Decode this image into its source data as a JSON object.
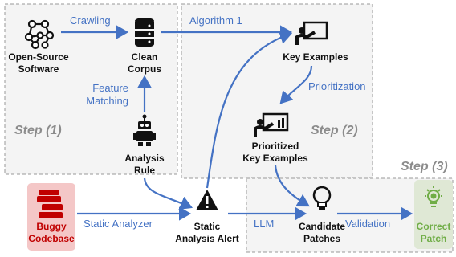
{
  "steps": {
    "step1": "Step (1)",
    "step2": "Step (2)",
    "step3": "Step (3)"
  },
  "nodes": {
    "open_source_1": "Open-Source",
    "open_source_2": "Software",
    "clean_1": "Clean",
    "clean_2": "Corpus",
    "key_examples": "Key Examples",
    "prioritized_1": "Prioritized",
    "prioritized_2": "Key Examples",
    "analysis_1": "Analysis",
    "analysis_2": "Rule",
    "buggy_1": "Buggy",
    "buggy_2": "Codebase",
    "alert_1": "Static",
    "alert_2": "Analysis Alert",
    "candidate_1": "Candidate",
    "candidate_2": "Patches",
    "correct_1": "Correct",
    "correct_2": "Patch"
  },
  "edges": {
    "crawling": "Crawling",
    "algorithm": "Algorithm 1",
    "feature_1": "Feature",
    "feature_2": "Matching",
    "prioritization": "Prioritization",
    "static_analyzer": "Static Analyzer",
    "llm": "LLM",
    "validation": "Validation"
  },
  "icons": [
    "network-icon",
    "database-icon",
    "presentation-icon",
    "prioritized-presentation-icon",
    "robot-icon",
    "books-icon",
    "warning-icon",
    "lightbulb-icon",
    "correct-bulb-icon"
  ],
  "colors": {
    "edge": "#4472c4",
    "buggy": "#c00000",
    "buggy_bg": "#f4c7c7",
    "correct": "#70ad47",
    "correct_bg": "#dfe8d5",
    "step_box": "#f2f2f2"
  }
}
